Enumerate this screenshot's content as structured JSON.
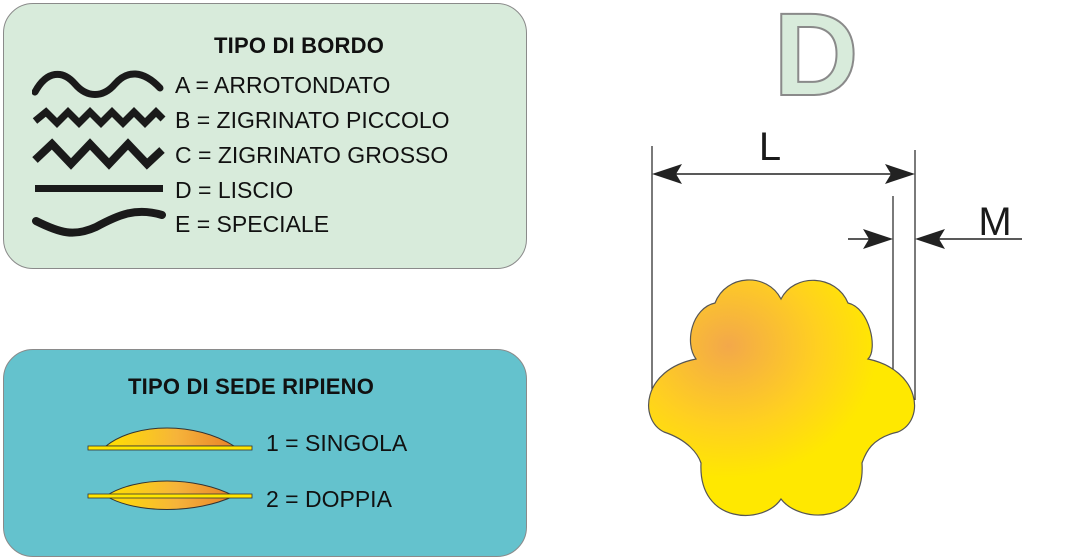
{
  "bordo": {
    "title": "TIPO DI BORDO",
    "items": [
      {
        "label": "A = ARROTONDATO",
        "icon": "rounded-wave-icon"
      },
      {
        "label": "B = ZIGRINATO PICCOLO",
        "icon": "small-zigzag-icon"
      },
      {
        "label": "C = ZIGRINATO GROSSO",
        "icon": "large-zigzag-icon"
      },
      {
        "label": "D = LISCIO",
        "icon": "straight-line-icon"
      },
      {
        "label": "E = SPECIALE",
        "icon": "s-curve-icon"
      }
    ]
  },
  "sede": {
    "title": "TIPO DI SEDE RIPIENO",
    "items": [
      {
        "label": "1 = SINGOLA",
        "icon": "single-seat-icon"
      },
      {
        "label": "2 = DOPPIA",
        "icon": "double-seat-icon"
      }
    ]
  },
  "diagram": {
    "edge_code": "D",
    "dim_l": "L",
    "dim_m": "M"
  },
  "colors": {
    "panel_bordo": "#d8ebdb",
    "panel_sede": "#64c2cd",
    "shape_yellow": "#ffe800",
    "shape_orange": "#f0a040"
  }
}
